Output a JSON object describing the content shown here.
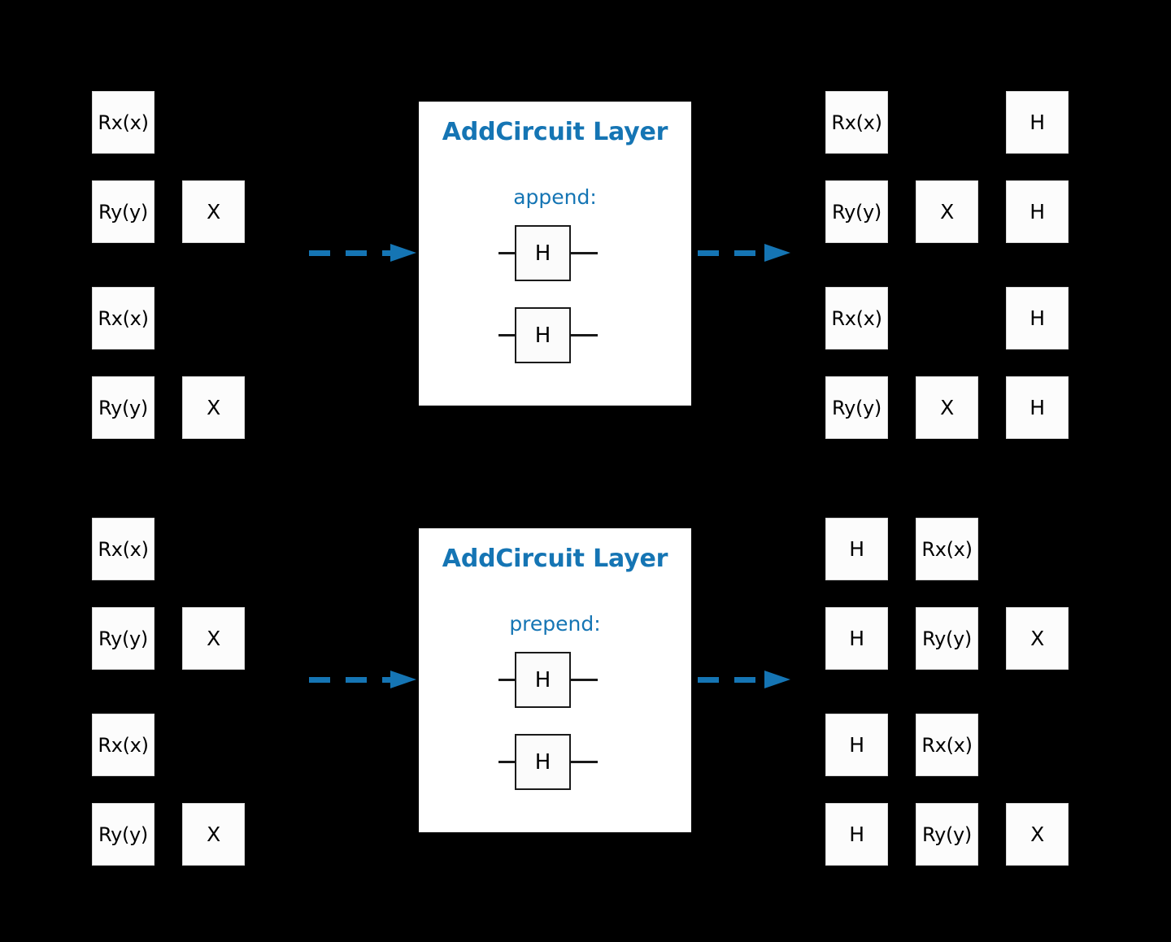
{
  "figure": {
    "background_color": "#000000",
    "accent_color": "#1575b4",
    "gate_fill": "#fcfcfc",
    "gate_text_color": "#000000"
  },
  "sections": [
    {
      "id": "append-section",
      "input_circuit": {
        "rows": [
          {
            "gates": [
              "Rx(x)"
            ]
          },
          {
            "gates": [
              "Ry(y)",
              "X"
            ]
          },
          {
            "gates": [
              "Rx(x)"
            ]
          },
          {
            "gates": [
              "Ry(y)",
              "X"
            ]
          }
        ]
      },
      "layer": {
        "title": "AddCircuit Layer",
        "mode_label": "append:",
        "sub_circuit_gates": [
          "H",
          "H"
        ]
      },
      "output_circuit": {
        "rows": [
          {
            "gates": [
              "Rx(x)",
              "",
              "H"
            ]
          },
          {
            "gates": [
              "Ry(y)",
              "X",
              "H"
            ]
          },
          {
            "gates": [
              "Rx(x)",
              "",
              "H"
            ]
          },
          {
            "gates": [
              "Ry(y)",
              "X",
              "H"
            ]
          }
        ]
      }
    },
    {
      "id": "prepend-section",
      "input_circuit": {
        "rows": [
          {
            "gates": [
              "Rx(x)"
            ]
          },
          {
            "gates": [
              "Ry(y)",
              "X"
            ]
          },
          {
            "gates": [
              "Rx(x)"
            ]
          },
          {
            "gates": [
              "Ry(y)",
              "X"
            ]
          }
        ]
      },
      "layer": {
        "title": "AddCircuit Layer",
        "mode_label": "prepend:",
        "sub_circuit_gates": [
          "H",
          "H"
        ]
      },
      "output_circuit": {
        "rows": [
          {
            "gates": [
              "H",
              "Rx(x)",
              ""
            ]
          },
          {
            "gates": [
              "H",
              "Ry(y)",
              "X"
            ]
          },
          {
            "gates": [
              "H",
              "Rx(x)",
              ""
            ]
          },
          {
            "gates": [
              "H",
              "Ry(y)",
              "X"
            ]
          }
        ]
      }
    }
  ]
}
